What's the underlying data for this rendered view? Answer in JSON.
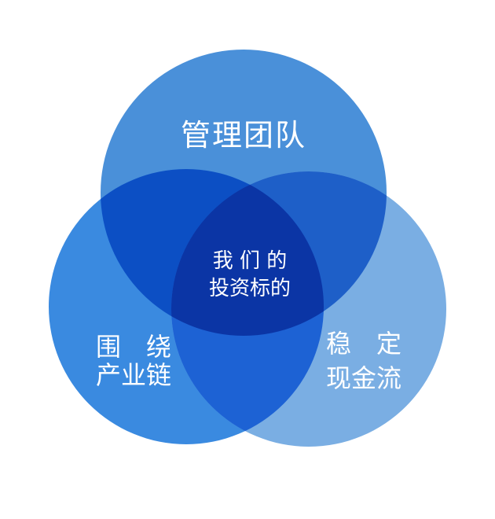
{
  "diagram": {
    "colors": {
      "top_circle": "#4a90d9",
      "left_circle": "#3a8ae0",
      "right_circle": "#7aaee3",
      "overlap_top_left": "#0c4fc4",
      "overlap_top_right": "#1e5fc8",
      "overlap_left_right": "#1d62d4",
      "overlap_center": "#0b35a5",
      "text": "#ffffff"
    },
    "sets": {
      "top": {
        "label": "管理团队"
      },
      "left": {
        "label_line1": "围　绕",
        "label_line2": "产业链"
      },
      "right": {
        "label_line1": "稳　定",
        "label_line2": "现金流"
      }
    },
    "center": {
      "label_line1": "我 们 的",
      "label_line2": "投资标的"
    }
  }
}
